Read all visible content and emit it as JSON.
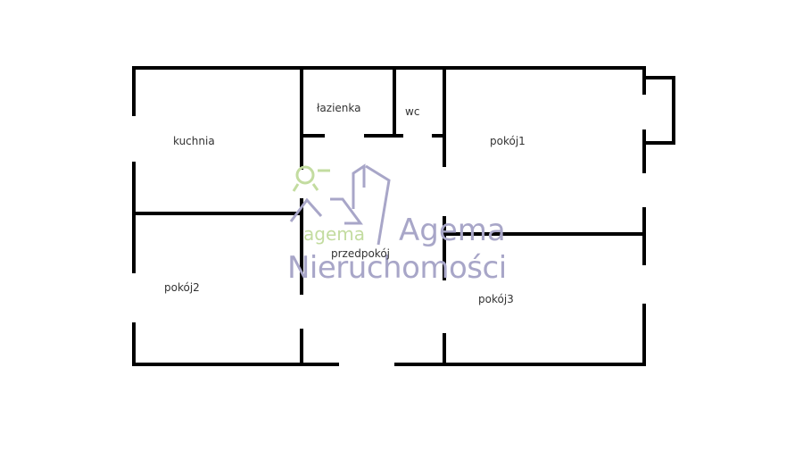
{
  "floor_plan": {
    "rooms": [
      {
        "id": "kuchnia",
        "label": "kuchnia"
      },
      {
        "id": "lazienka",
        "label": "łazienka"
      },
      {
        "id": "wc",
        "label": "wc"
      },
      {
        "id": "pokoj1",
        "label": "pokój1"
      },
      {
        "id": "pokoj2",
        "label": "pokój2"
      },
      {
        "id": "przedpokoj",
        "label": "przedpokój"
      },
      {
        "id": "pokoj3",
        "label": "pokój3"
      }
    ],
    "colors": {
      "walls": "#000000",
      "labels": "#333333",
      "watermark_green": "#c3dca0",
      "watermark_purple": "#a8a6c8"
    }
  },
  "watermark": {
    "logo_text": "agema",
    "brand_line1": "Agema",
    "brand_line2": "Nieruchomości"
  }
}
